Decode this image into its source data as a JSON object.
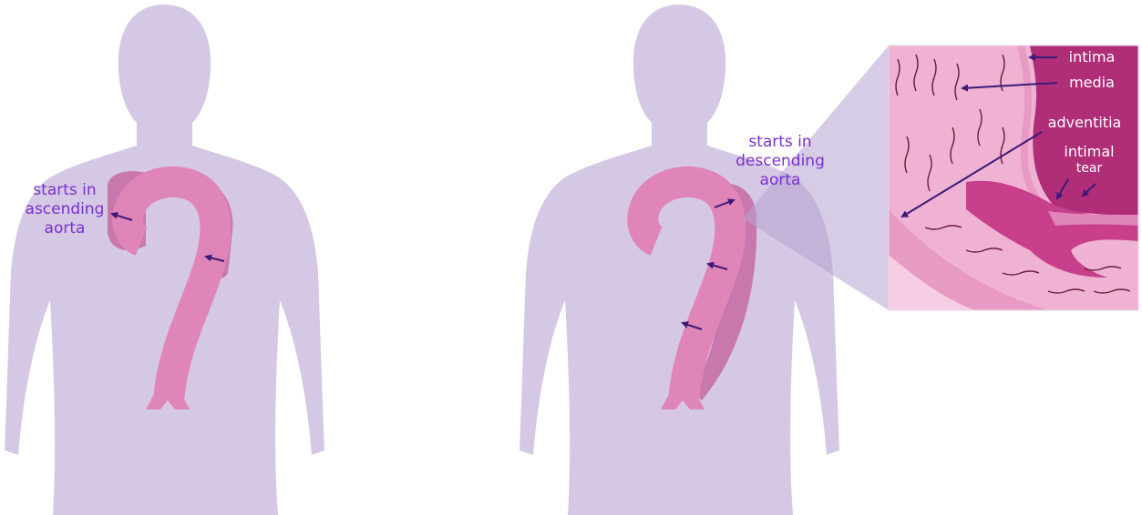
{
  "colors": {
    "body": "#d5c8e4",
    "aorta": "#e085b8",
    "dissection": "#c978ae",
    "arrow": "#3d1a78",
    "label": "#7b2fd0",
    "intima": "#b02d78",
    "media": "#f0b2d3",
    "adventitia": "#e79ac4",
    "inset_label": "#ffffff"
  },
  "left_figure": {
    "label_lines": [
      "starts in",
      "ascending",
      "aorta"
    ]
  },
  "right_figure": {
    "label_lines": [
      "starts in",
      "descending",
      "aorta"
    ]
  },
  "inset": {
    "labels": {
      "intima": "intima",
      "media": "media",
      "adventitia": "adventitia",
      "tear": [
        "intimal",
        "tear"
      ]
    }
  }
}
